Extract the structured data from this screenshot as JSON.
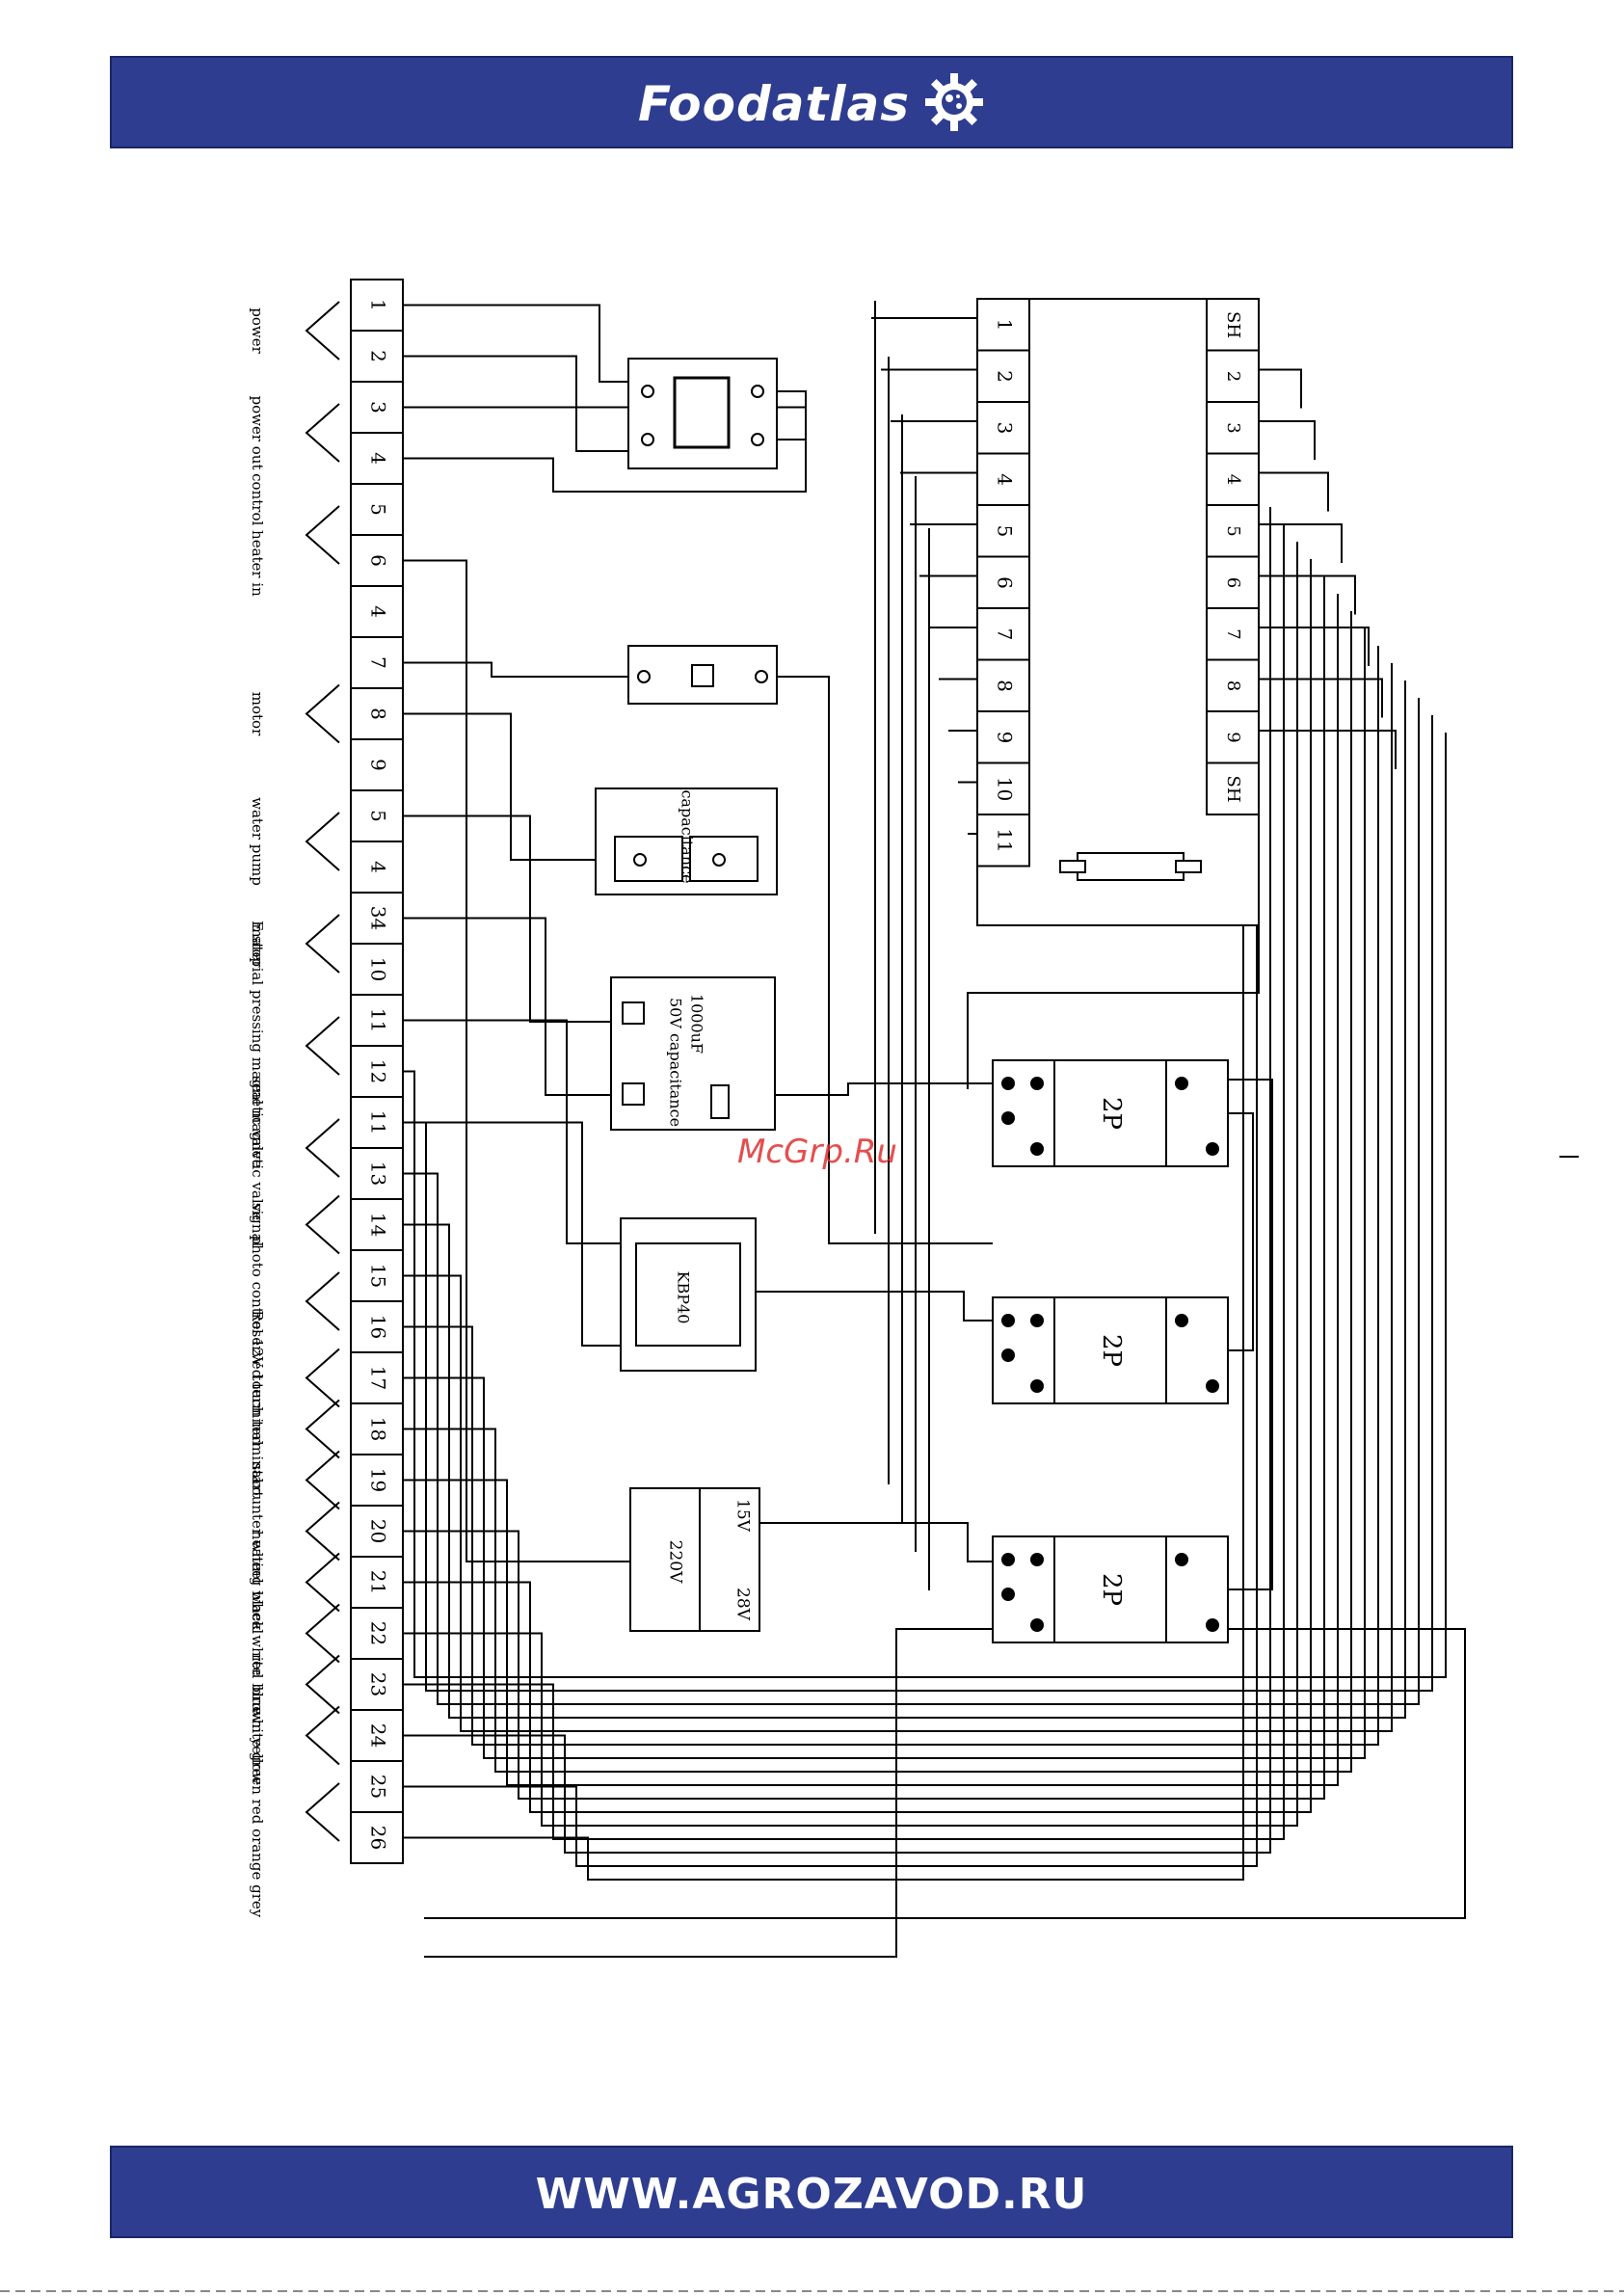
{
  "header": {
    "brand": "Foodatlas",
    "logo_icon": "gear-icon"
  },
  "footer": {
    "url": "WWW.AGROZAVOD.RU"
  },
  "watermark": "McGrp.Ru",
  "terminals": [
    "1",
    "2",
    "3",
    "4",
    "5",
    "6",
    "4",
    "7",
    "8",
    "9",
    "5",
    "4",
    "34",
    "10",
    "11",
    "12",
    "11",
    "13",
    "14",
    "15",
    "16",
    "17",
    "18",
    "19",
    "20",
    "21",
    "22",
    "23",
    "24",
    "25",
    "26"
  ],
  "signal_labels": [
    {
      "text": "power",
      "row": 0.5
    },
    {
      "text": "power out",
      "row": 2.5
    },
    {
      "text": "control heater in",
      "row": 4.5
    },
    {
      "text": "motor",
      "row": 8
    },
    {
      "text": "water pump",
      "row": 10.5
    },
    {
      "text": "E stop",
      "row": 12.5
    },
    {
      "text": "material pressing magnetic valve",
      "row": 14.5
    },
    {
      "text": "seal magnetic valve",
      "row": 16.5
    },
    {
      "text": "signal",
      "row": 18
    },
    {
      "text": "photo control 12V",
      "row": 19.5
    },
    {
      "text": "Reserved terminal",
      "row": 21
    },
    {
      "text": "touch terminal",
      "row": 22
    },
    {
      "text": "start",
      "row": 23
    },
    {
      "text": "counter wheel",
      "row": 24
    },
    {
      "text": "heating wheel",
      "row": 25
    },
    {
      "text": "black white",
      "row": 26
    },
    {
      "text": "red blue",
      "row": 27
    },
    {
      "text": "brown yellow",
      "row": 28
    },
    {
      "text": "white green red orange grey",
      "row": 29.5
    }
  ],
  "controller": {
    "left_terminals": [
      "1",
      "2",
      "3",
      "4",
      "5",
      "6",
      "7",
      "8",
      "9",
      "10",
      "11"
    ],
    "right_terminals": [
      "SH",
      "2",
      "3",
      "4",
      "5",
      "6",
      "7",
      "8",
      "9",
      "SH"
    ]
  },
  "components": {
    "capacitance": "capacitance",
    "cap_1000": "1000uF",
    "cap_50v": "50V capacitance",
    "bridge": "KBP40",
    "transformer_in": "220V",
    "transformer_15": "15V",
    "transformer_28": "28V",
    "relay_label": "2P"
  },
  "colors": {
    "banner": "#2e3d8f",
    "line": "#000000",
    "watermark": "#e03030"
  }
}
